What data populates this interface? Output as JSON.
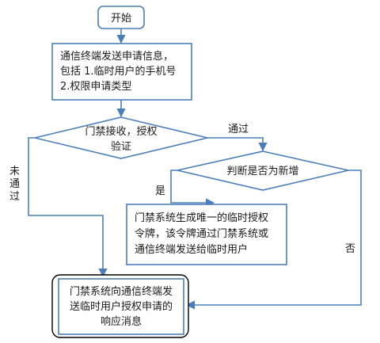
{
  "nodes": {
    "start": {
      "label": "开始"
    },
    "send_request": {
      "lines": [
        "通信终端发送申请信息，",
        "包括 1.临时用户的手机号",
        "2.权限申请类型"
      ]
    },
    "verify": {
      "lines": [
        "门禁接收，授权",
        "验证"
      ]
    },
    "is_new": {
      "label": "判断是否为新增"
    },
    "generate_token": {
      "lines": [
        "门禁系统生成唯一的临时授权",
        "令牌，该令牌通过门禁系统或",
        "通信终端发送给临时用户"
      ]
    },
    "respond": {
      "lines": [
        "门禁系统向通信终端发",
        "送临时用户授权申请的",
        "响应消息"
      ]
    }
  },
  "edge_labels": {
    "pass": "通过",
    "fail": [
      "未",
      "通",
      "过"
    ],
    "yes": "是",
    "no": "否"
  },
  "colors": {
    "stroke": "#4a7ebb",
    "outer_border": "#000000",
    "text": "#1a1a1a"
  }
}
